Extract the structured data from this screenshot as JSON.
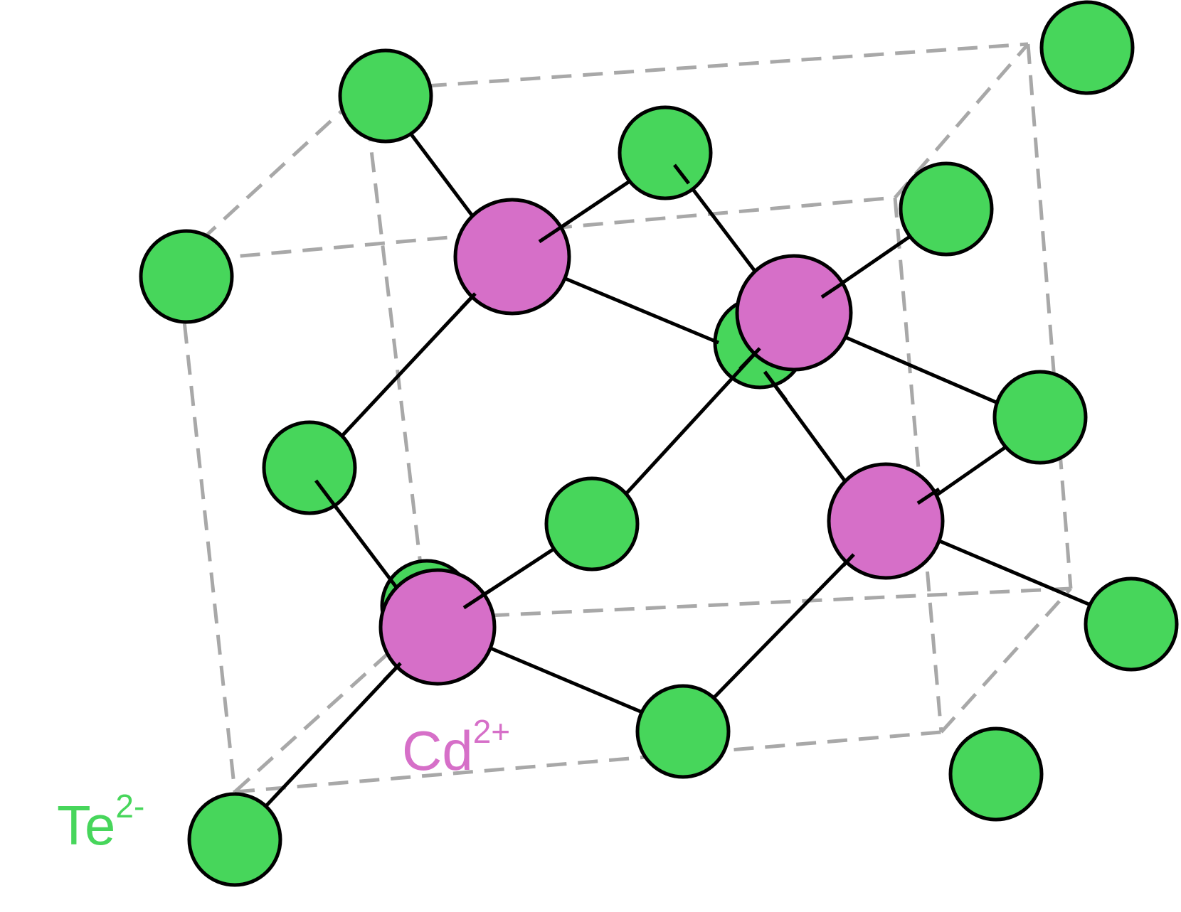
{
  "colors": {
    "te": "#47d65b",
    "cd": "#d66fc8",
    "outline": "#000000",
    "cell_edge": "#a8a8a8",
    "background": "#ffffff"
  },
  "labels": {
    "te_base": "Te",
    "te_charge": "2-",
    "cd_base": "Cd",
    "cd_charge": "2+"
  },
  "structure": {
    "te_atom_count": 14,
    "cd_atom_count": 4
  }
}
